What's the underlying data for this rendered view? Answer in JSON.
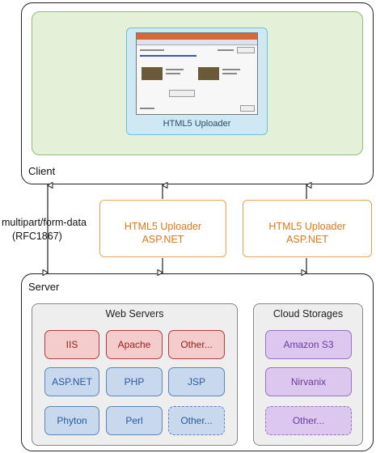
{
  "client": {
    "label": "Client"
  },
  "uploader": {
    "label": "HTML5 Uploader"
  },
  "protocol": {
    "line1": "multipart/form-data",
    "line2": "(RFC1867)"
  },
  "middle_boxes": [
    {
      "line1": "HTML5 Uploader",
      "line2": "ASP.NET"
    },
    {
      "line1": "HTML5 Uploader",
      "line2": "ASP.NET"
    }
  ],
  "server": {
    "label": "Server"
  },
  "web_servers": {
    "label": "Web Servers",
    "rows": [
      [
        "IIS",
        "Apache",
        "Other..."
      ],
      [
        "ASP.NET",
        "PHP",
        "JSP"
      ],
      [
        "Phyton",
        "Perl",
        "Other..."
      ]
    ]
  },
  "cloud_storages": {
    "label": "Cloud Storages",
    "items": [
      "Amazon S3",
      "Nirvanix",
      "Other..."
    ]
  },
  "colors": {
    "client_green": "#e4f1d8",
    "uploader_blue": "#cfe9f4",
    "aspnet_orange": "#e07818",
    "red_item": "#f5cccc",
    "blue_item": "#c8d9ee",
    "purple_item": "#dcc8ee"
  }
}
